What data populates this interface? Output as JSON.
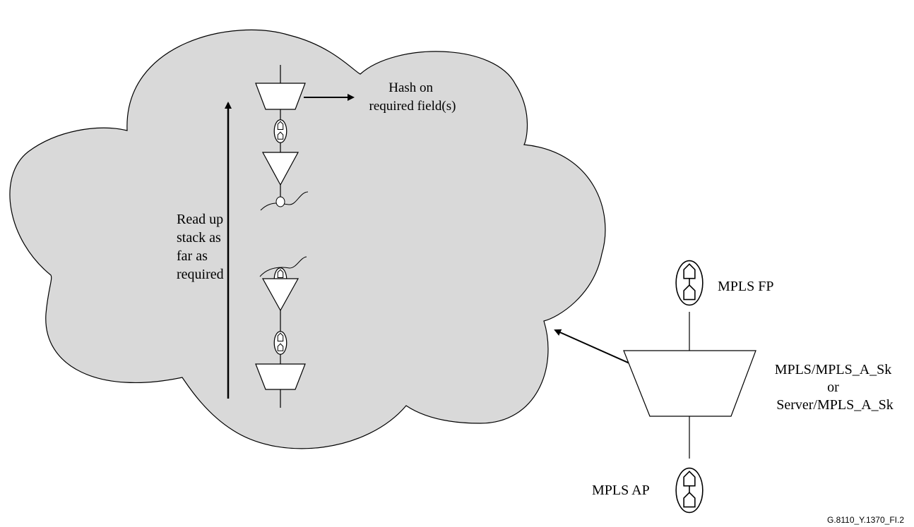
{
  "diagram": {
    "hash_label": [
      "Hash on",
      "required field(s)"
    ],
    "read_up_label": [
      "Read up",
      "stack as",
      "far as",
      "required"
    ],
    "mpls_fp_label": "MPLS FP",
    "mpls_ap_label": "MPLS AP",
    "adaptation_label": [
      "MPLS/MPLS_A_Sk",
      "or",
      "Server/MPLS_A_Sk"
    ],
    "figure_id": "G.8110_Y.1370_FI.2",
    "colors": {
      "cloud_fill": "#d9d9d9",
      "stroke": "#000000",
      "background": "#ffffff"
    }
  }
}
